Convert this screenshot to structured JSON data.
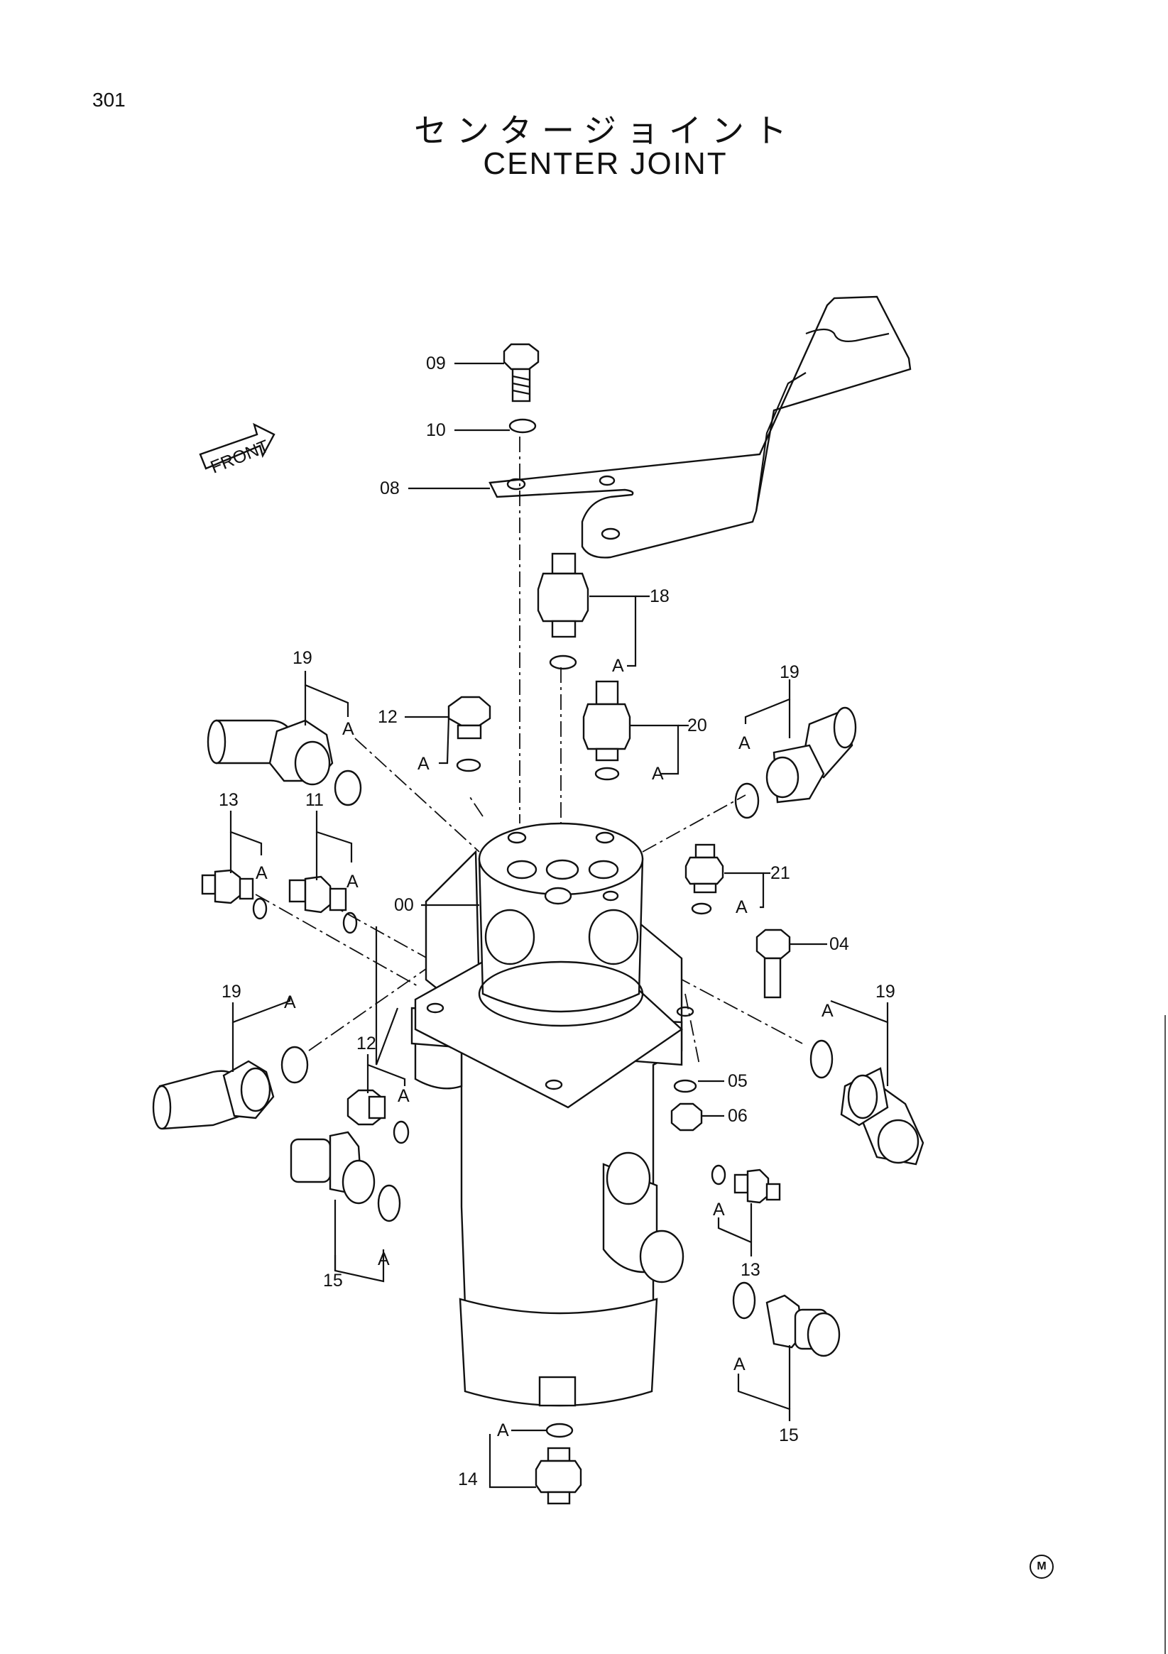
{
  "page": {
    "number": "301",
    "title_jp": "センタージョイント",
    "title_en": "CENTER JOINT",
    "mark": "M"
  },
  "callouts": {
    "front": "FRONT",
    "ring_marker": "A",
    "parts": [
      "00",
      "04",
      "05",
      "06",
      "08",
      "09",
      "10",
      "11",
      "12",
      "13",
      "14",
      "15",
      "18",
      "19",
      "20",
      "21"
    ]
  }
}
